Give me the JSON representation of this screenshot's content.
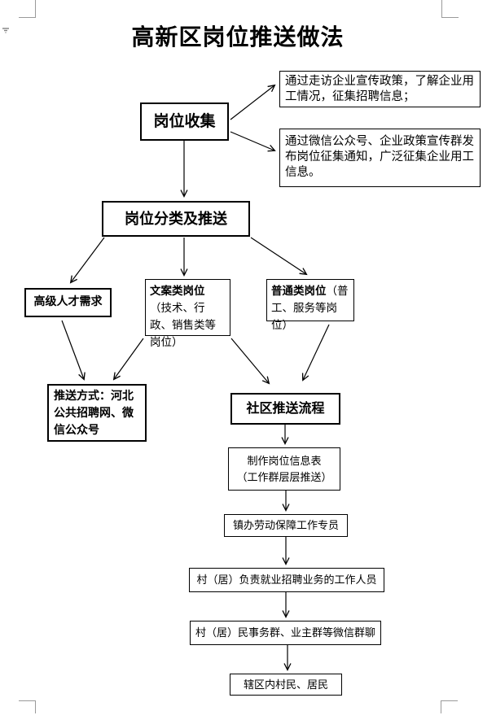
{
  "page": {
    "title": "高新区岗位推送做法"
  },
  "colors": {
    "line": "#000000",
    "corner_mark": "#9a9a9a",
    "margin_marker": "#808080"
  },
  "icons": {
    "margin_marker_icon": "▾",
    "arrowhead": "open-v"
  },
  "flowchart": {
    "nodes": {
      "collect": {
        "label": "岗位收集"
      },
      "visit_note": {
        "label": "通过走访企业宣传政策，了解企业用工情况，征集招聘信息；"
      },
      "wechat_note": {
        "label": "通过微信公众号、企业政策宣传群发布岗位征集通知，广泛征集企业用工信息。"
      },
      "classify": {
        "label": "岗位分类及推送"
      },
      "senior": {
        "label": "高级人才需求"
      },
      "office": {
        "label_bold": "文案类岗位",
        "label_rest": "（技术、行政、销售类等岗位）"
      },
      "general": {
        "label_bold": "普通类岗位",
        "label_rest": "（普工、服务等岗位）"
      },
      "push_method": {
        "label": "推送方式：河北公共招聘网、微信公众号"
      },
      "community": {
        "label": "社区推送流程"
      },
      "info_table": {
        "line1": "制作岗位信息表",
        "line2": "（工作群层层推送）"
      },
      "town_officer": {
        "label": "镇办劳动保障工作专员"
      },
      "village_staff": {
        "label": "村（居）负责就业招聘业务的工作人员"
      },
      "village_groups": {
        "label": "村（居）民事务群、业主群等微信群聊"
      },
      "residents": {
        "label": "辖区内村民、居民"
      }
    },
    "edges": [
      "collect→visit_note",
      "collect→wechat_note",
      "collect→classify",
      "classify→senior",
      "classify→office",
      "classify→general",
      "senior→push_method",
      "office→push_method",
      "office→community",
      "general→community",
      "community→info_table",
      "info_table→town_officer",
      "town_officer→village_staff",
      "village_staff→village_groups",
      "village_groups→residents"
    ]
  }
}
